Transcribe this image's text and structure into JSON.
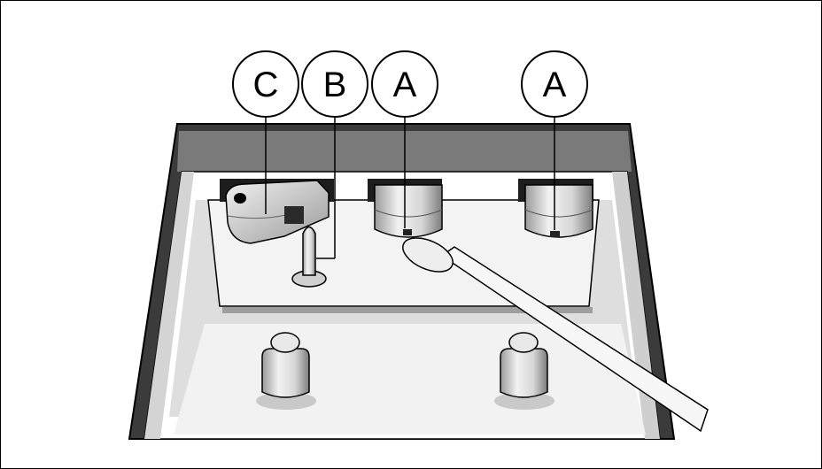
{
  "diagram": {
    "callouts": [
      {
        "id": "c",
        "label": "C"
      },
      {
        "id": "b",
        "label": "B"
      },
      {
        "id": "a1",
        "label": "A"
      },
      {
        "id": "a2",
        "label": "A"
      }
    ]
  }
}
